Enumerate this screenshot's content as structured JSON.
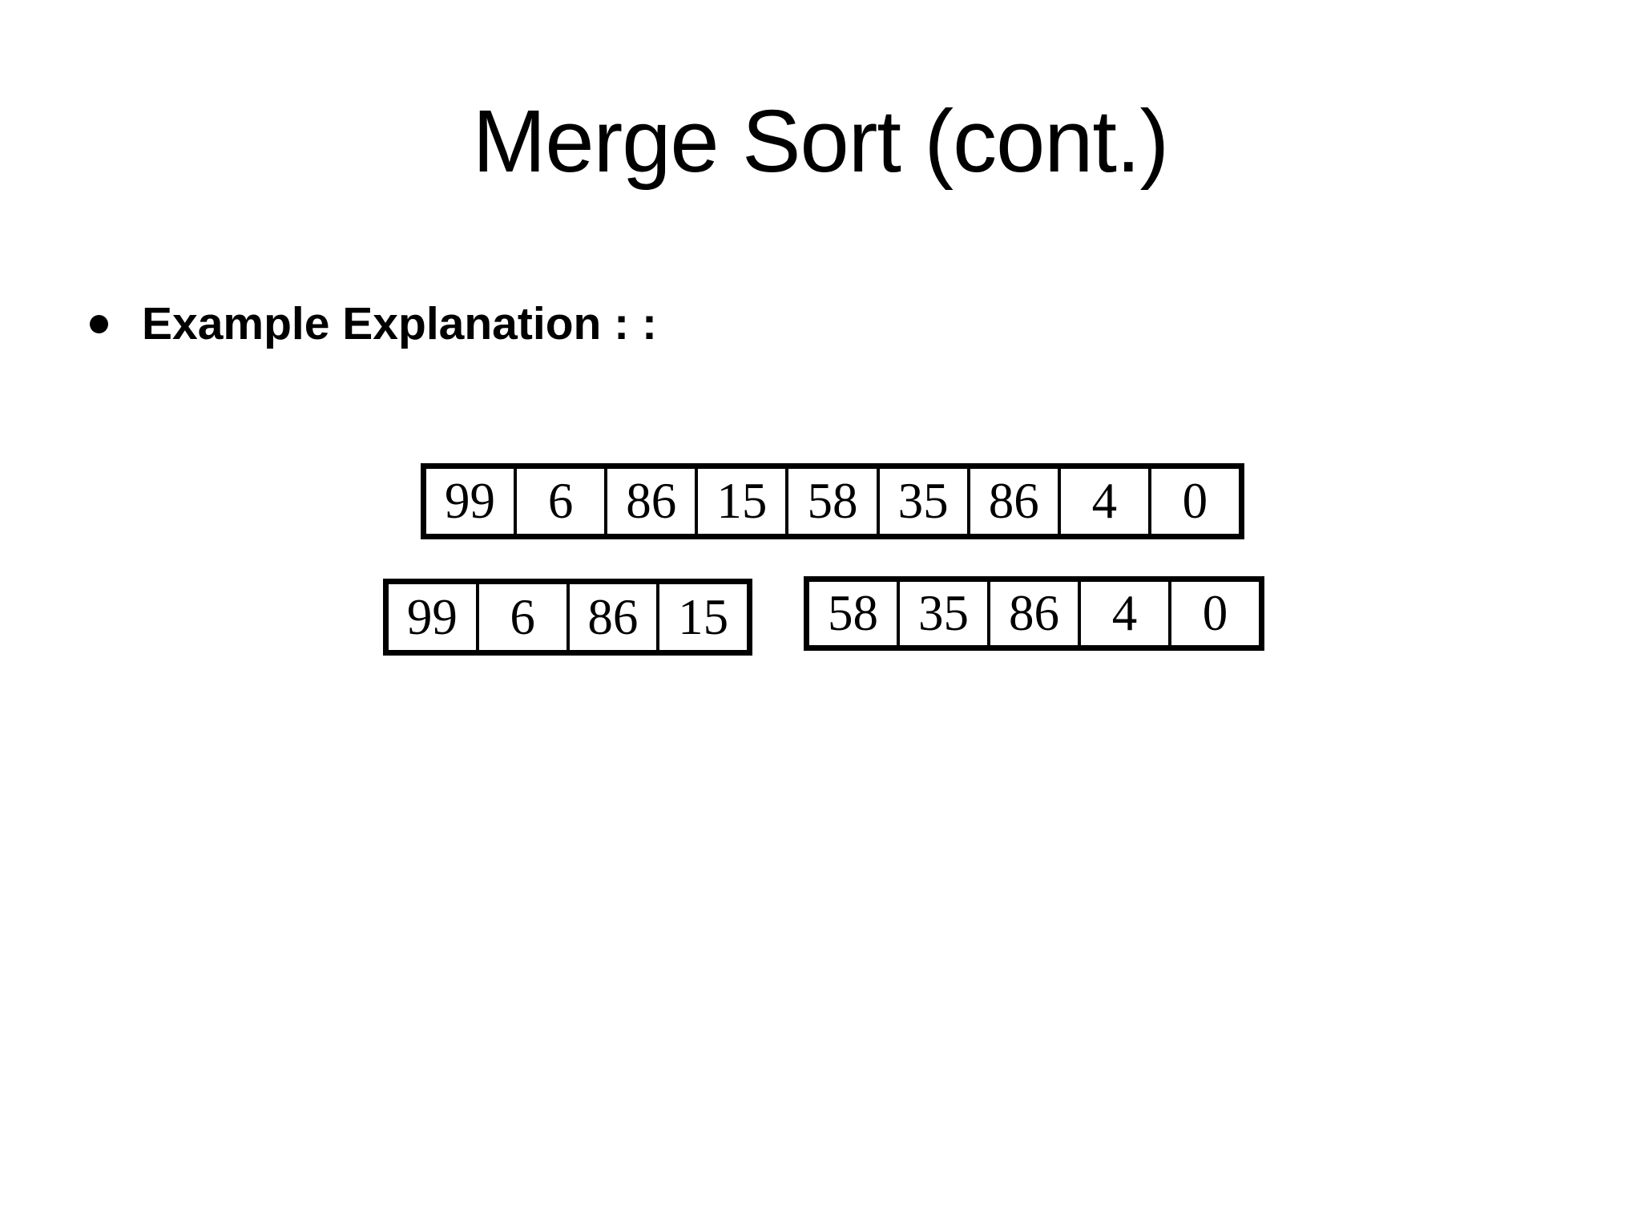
{
  "slide": {
    "title": "Merge Sort (cont.)",
    "bullet": {
      "text": "Example Explanation : :"
    }
  },
  "arrays": {
    "full": [
      "99",
      "6",
      "86",
      "15",
      "58",
      "35",
      "86",
      "4",
      "0"
    ],
    "left_half": [
      "99",
      "6",
      "86",
      "15"
    ],
    "right_half": [
      "58",
      "35",
      "86",
      "4",
      "0"
    ]
  },
  "colors": {
    "background": "#ffffff",
    "text": "#000000",
    "border": "#000000"
  }
}
